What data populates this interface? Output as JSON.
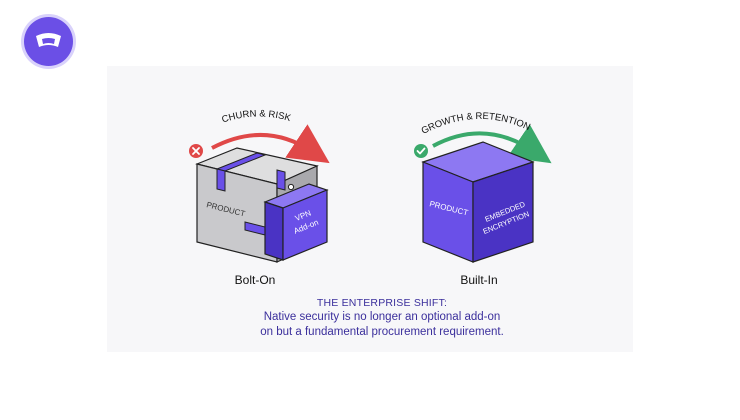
{
  "colors": {
    "accent": "#6b4fe6",
    "purple_front": "#6a50e8",
    "purple_side": "#4a33c4",
    "purple_top": "#8d78f2",
    "gray_front": "#c9c9cc",
    "gray_side": "#a9a9ad",
    "gray_top": "#dededf",
    "danger": "#e04848",
    "success": "#3aa96b",
    "text_dark": "#111111",
    "caption_text": "#3b2f9c"
  },
  "icons": {
    "app_logo": "app-logo-icon",
    "risk": "x-circle-icon",
    "growth": "check-circle-icon"
  },
  "left": {
    "arrow_label": "CHURN & RISK",
    "box_label": "PRODUCT",
    "addon_label_line1": "VPN",
    "addon_label_line2": "Add-on",
    "caption": "Bolt-On"
  },
  "right": {
    "arrow_label": "GROWTH & RETENTION",
    "front_label": "PRODUCT",
    "side_label_line1": "EMBEDDED",
    "side_label_line2": "ENCRYPTION",
    "caption": "Built-In"
  },
  "footer": {
    "kicker": "THE ENTERPRISE SHIFT:",
    "line1": "Native security is no longer an optional add-on",
    "line2": "on but a fundamental procurement requirement."
  }
}
